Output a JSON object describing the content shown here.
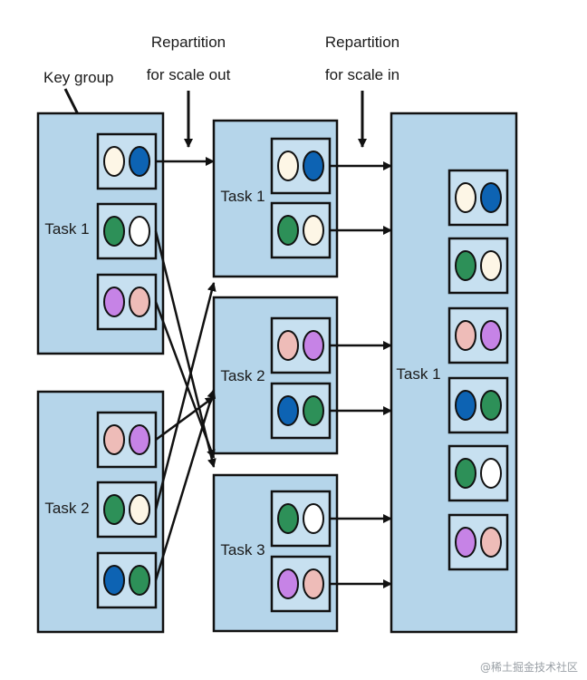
{
  "captions": {
    "key_group": "Key group",
    "repartition_out_line1": "Repartition",
    "repartition_out_line2": "for scale out",
    "repartition_in_line1": "Repartition",
    "repartition_in_line2": "for scale in"
  },
  "stages": {
    "initial": {
      "tasks": [
        {
          "label": "Task 1",
          "groups": [
            [
              "cream",
              "blue"
            ],
            [
              "green",
              "white"
            ],
            [
              "purple",
              "pink"
            ]
          ]
        },
        {
          "label": "Task 2",
          "groups": [
            [
              "pink",
              "purple"
            ],
            [
              "green",
              "cream"
            ],
            [
              "blue",
              "green"
            ]
          ]
        }
      ]
    },
    "scaled_out": {
      "tasks": [
        {
          "label": "Task 1",
          "groups": [
            [
              "cream",
              "blue"
            ],
            [
              "green",
              "cream"
            ]
          ]
        },
        {
          "label": "Task 2",
          "groups": [
            [
              "pink",
              "purple"
            ],
            [
              "blue",
              "green"
            ]
          ]
        },
        {
          "label": "Task 3",
          "groups": [
            [
              "green",
              "white"
            ],
            [
              "purple",
              "pink"
            ]
          ]
        }
      ]
    },
    "scaled_in": {
      "tasks": [
        {
          "label": "Task 1",
          "groups": [
            [
              "cream",
              "blue"
            ],
            [
              "green",
              "cream"
            ],
            [
              "pink",
              "purple"
            ],
            [
              "blue",
              "green"
            ],
            [
              "green",
              "white"
            ],
            [
              "purple",
              "pink"
            ]
          ]
        }
      ]
    }
  },
  "colors": {
    "task_fill": "#b5d5ea",
    "group_fill": "#c7e0f0",
    "border": "#111111",
    "cream": "#fdf6e6",
    "blue": "#0d63b3",
    "green": "#2d9058",
    "white": "#ffffff",
    "purple": "#c683e6",
    "pink": "#eebcb8"
  },
  "watermark": "@稀土掘金技术社区"
}
